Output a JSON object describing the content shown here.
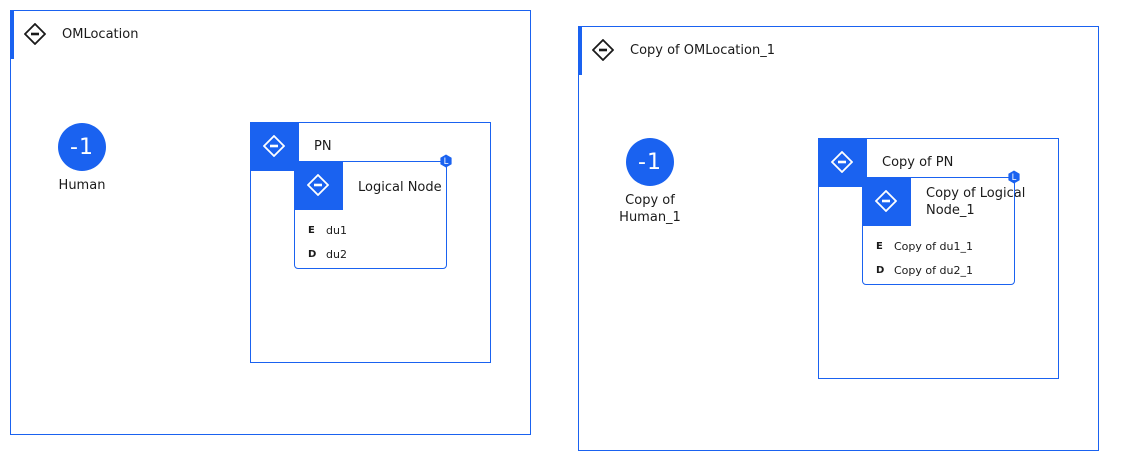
{
  "colors": {
    "accent": "#1a62f0",
    "line": "#1a1a1a"
  },
  "locations": [
    {
      "title": "OMLocation",
      "human": {
        "glyph": "-1",
        "label": "Human"
      },
      "pn": {
        "title": "PN"
      },
      "logical_node": {
        "title": "Logical Node",
        "badge": "L",
        "rows": [
          {
            "key": "E",
            "value": "du1"
          },
          {
            "key": "D",
            "value": "du2"
          }
        ]
      }
    },
    {
      "title": "Copy of OMLocation_1",
      "human": {
        "glyph": "-1",
        "label": "Copy of Human_1"
      },
      "pn": {
        "title": "Copy of PN"
      },
      "logical_node": {
        "title": "Copy of Logical Node_1",
        "badge": "L",
        "rows": [
          {
            "key": "E",
            "value": "Copy of du1_1"
          },
          {
            "key": "D",
            "value": "Copy of du2_1"
          }
        ]
      }
    }
  ]
}
